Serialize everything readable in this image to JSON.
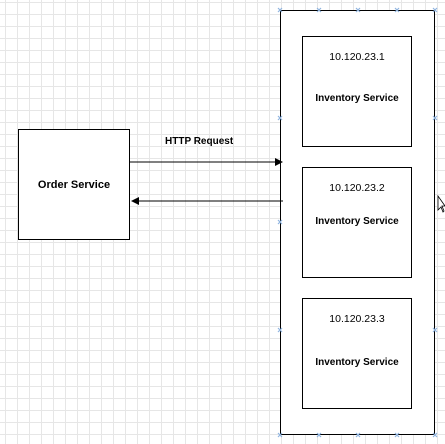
{
  "order_service": {
    "label": "Order Service"
  },
  "connection": {
    "label": "HTTP Request"
  },
  "inventory_instances": [
    {
      "ip": "10.120.23.1",
      "label": "Inventory Service"
    },
    {
      "ip": "10.120.23.2",
      "label": "Inventory Service"
    },
    {
      "ip": "10.120.23.3",
      "label": "Inventory Service"
    }
  ],
  "colors": {
    "stroke": "#000000",
    "grid": "#e6e6e6",
    "handle": "#8fb4e0"
  },
  "icons": {
    "cursor": "mouse-pointer-icon"
  }
}
